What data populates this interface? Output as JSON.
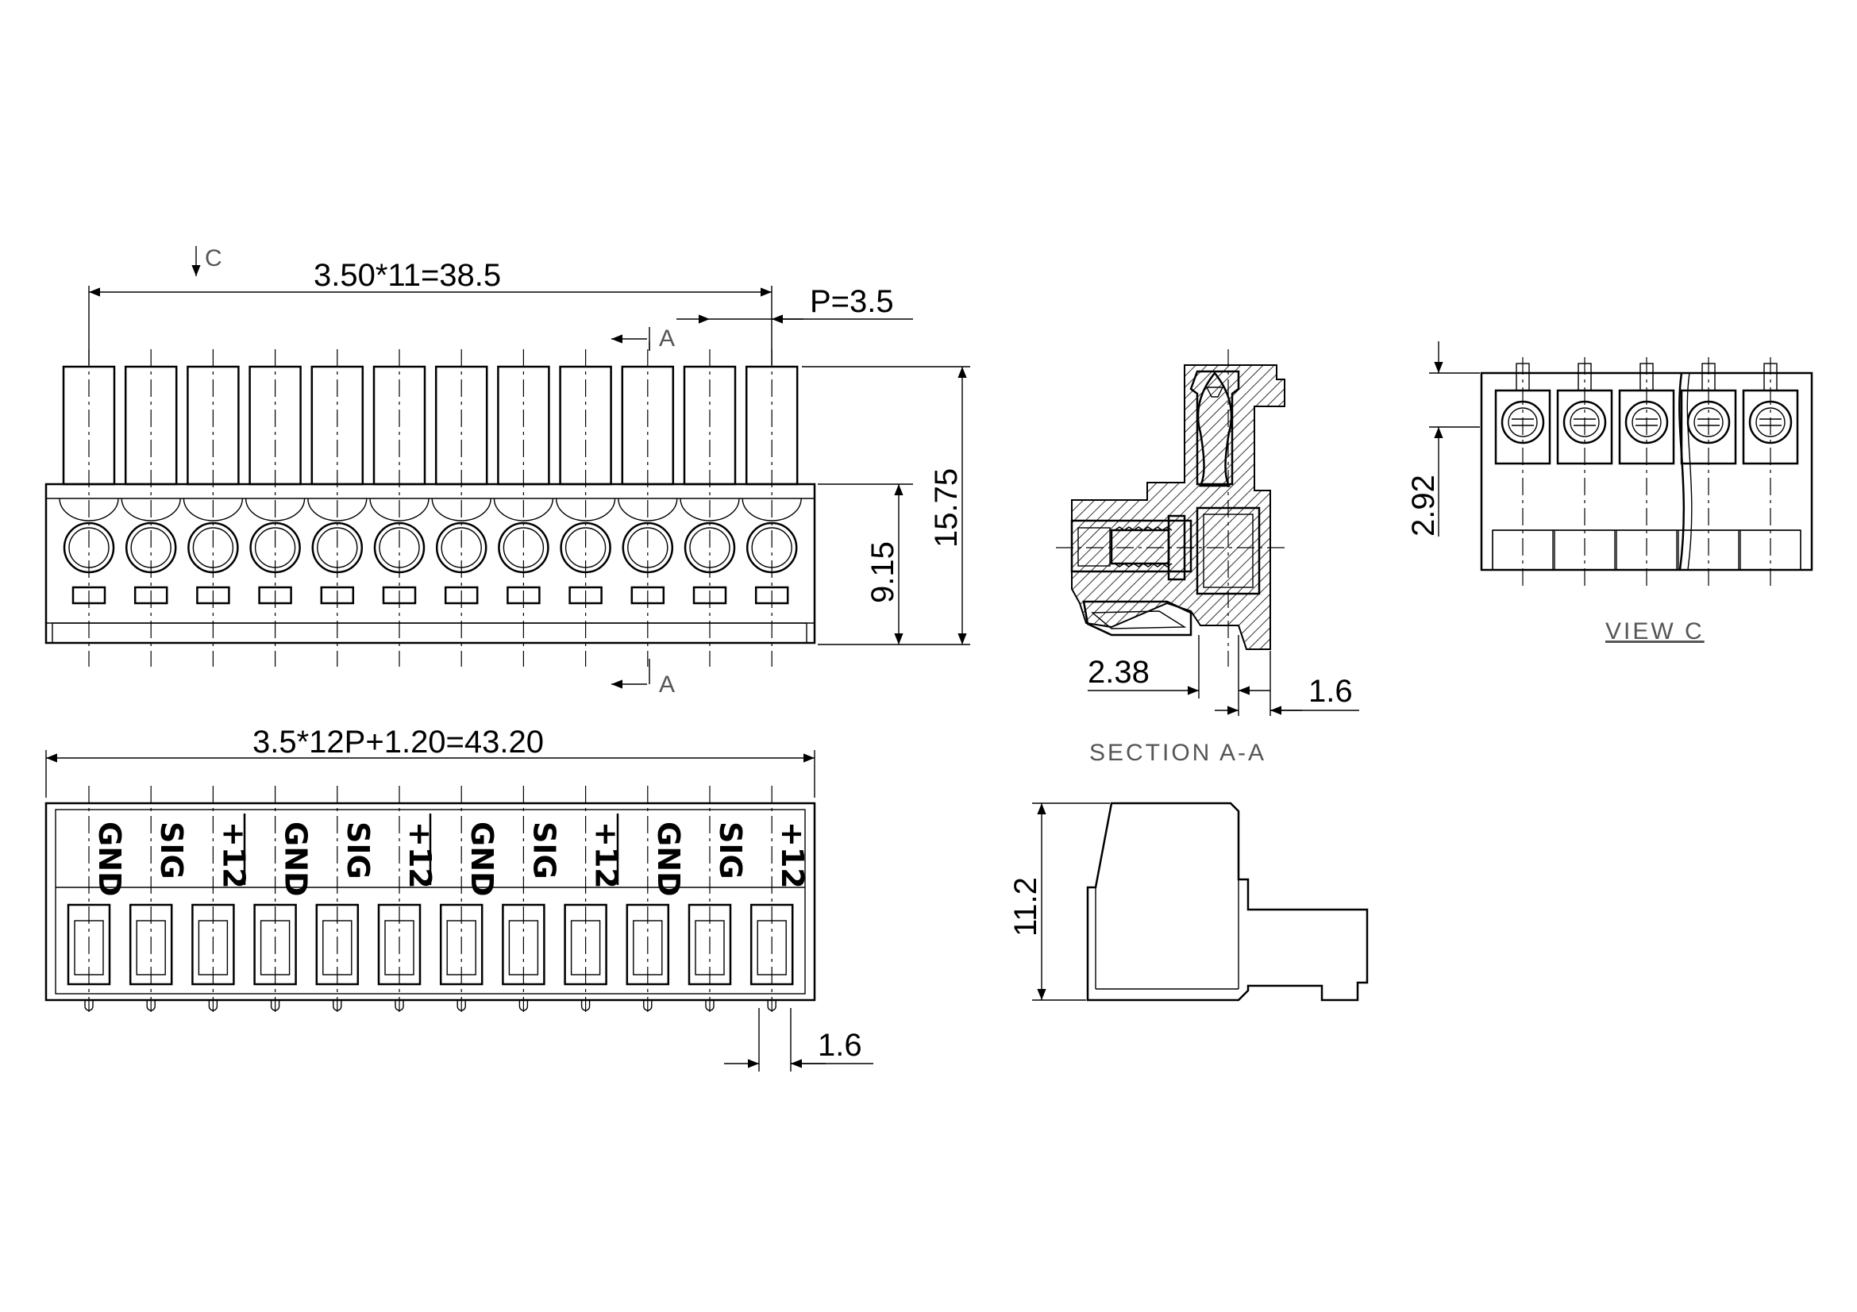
{
  "front_view": {
    "pitch_total": "3.50*11=38.5",
    "pitch": "P=3.5",
    "height_total": "15.75",
    "height_body": "9.15",
    "view_marker": "C",
    "section_marker_top": "A",
    "section_marker_bottom": "A",
    "pin_count": 12
  },
  "bottom_view": {
    "overall_length": "3.5*12P+1.20=43.20",
    "pin_offset": "1.6",
    "pin_labels": [
      "GND",
      "SIG",
      "+12",
      "GND",
      "SIG",
      "+12",
      "GND",
      "SIG",
      "+12",
      "GND",
      "SIG",
      "+12"
    ]
  },
  "section_view": {
    "title": "SECTION  A-A",
    "dim_left": "2.38",
    "dim_right": "1.6"
  },
  "view_c": {
    "title": "VIEW  C",
    "dim": "2.92"
  },
  "side_view": {
    "height": "11.2"
  }
}
